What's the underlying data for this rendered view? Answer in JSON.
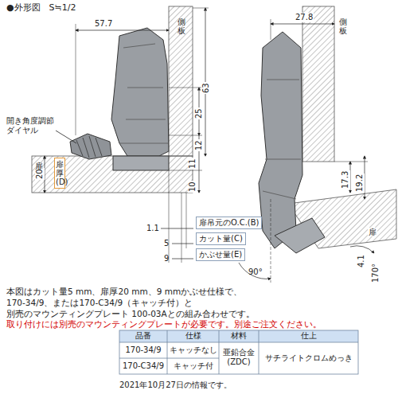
{
  "diagram": {
    "title": "●外形図　S≒1/2",
    "nodes": [
      {
        "text": [
          "扉厚(D)"
        ]
      },
      {
        "text": [
          "扉吊元のO.C.(B)"
        ]
      },
      {
        "text": [
          "カット量(C)"
        ]
      },
      {
        "text": [
          "かぶせ量(E)"
        ]
      }
    ],
    "labels": [
      "57.7",
      "側板",
      "側板",
      "27.8",
      "63",
      "25",
      "12",
      "11",
      "10",
      "20",
      "扉",
      "開き角度調節 ダイヤル",
      "1.1",
      "5",
      "9",
      "17.3",
      "19.2",
      "扉",
      "90°",
      "4.1",
      "170°",
      "本図はカット量5 mm、扉厚20 mm、9 mmかぶせ仕様で、",
      "170-34/9、または170-C34/9（キャッチ付）と",
      "別売のマウンティングプレート 100-03Aとの組み合わせです。",
      "取り付けには別売のマウンティングプレートが必要です。別途ご注文ください。",
      "品番",
      "仕様",
      "材料",
      "仕上",
      "170-34/9",
      "キャッチなし",
      "亜鉛合金 (ZDC)",
      "サチライトクロムめっき",
      "170-C34/9",
      "キャッチ付",
      "2021年10月27日の情報です。"
    ]
  }
}
